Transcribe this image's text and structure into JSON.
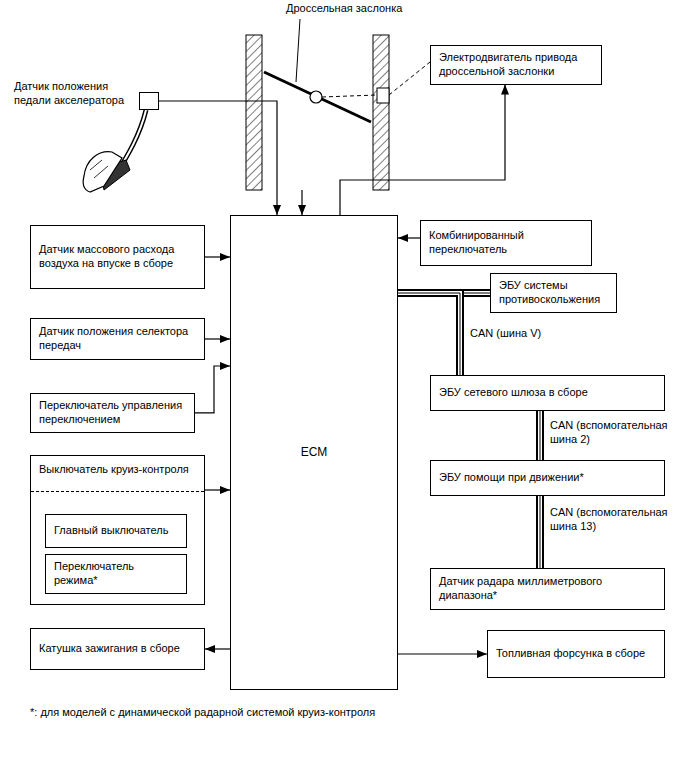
{
  "diagram": {
    "nodes": [
      {
        "text": [
          "Датчик положения педали акселератора"
        ]
      },
      {
        "text": [
          "Дроссельная заслонка"
        ]
      },
      {
        "text": [
          "Электродвигатель привода дроссельной заслонки"
        ]
      },
      {
        "text": [
          "Датчик массового расхода воздуха на впуске в сборе"
        ]
      },
      {
        "text": [
          "Датчик положения селектора передач"
        ]
      },
      {
        "text": [
          "Переключатель управления переключением"
        ]
      },
      {
        "text": [
          "Выключатель круиз-контроля"
        ]
      },
      {
        "text": [
          "Главный выключатель"
        ],
        "in": 6
      },
      {
        "text": [
          "Переключатель режима*"
        ],
        "in": 6
      },
      {
        "text": [
          "Катушка зажигания в сборе"
        ]
      },
      {
        "text": [
          "ECM"
        ]
      },
      {
        "text": [
          "Комбинированный переключатель"
        ]
      },
      {
        "text": [
          "ЭБУ системы противоскольжения"
        ]
      },
      {
        "text": [
          "ЭБУ сетевого шлюза в сборе"
        ]
      },
      {
        "text": [
          "ЭБУ помощи при движении*"
        ]
      },
      {
        "text": [
          "Датчик радара миллиметрового диапазона*"
        ]
      },
      {
        "text": [
          "Топливная форсунка в сборе"
        ]
      }
    ],
    "edges": [
      {
        "from": 0,
        "to": 10,
        "arrow": "to"
      },
      {
        "from": 1,
        "to": 10,
        "arrow": "to"
      },
      {
        "from": 10,
        "to": 2,
        "arrow": "to"
      },
      {
        "from": 3,
        "to": 10,
        "arrow": "to"
      },
      {
        "from": 4,
        "to": 10,
        "arrow": "to"
      },
      {
        "from": 5,
        "to": 10,
        "arrow": "to"
      },
      {
        "from": 6,
        "to": 10,
        "arrow": "to"
      },
      {
        "from": 11,
        "to": 10,
        "arrow": "to"
      },
      {
        "from": 10,
        "to": 12,
        "arrow": "none"
      },
      {
        "from": 10,
        "to": 13,
        "label": "CAN (шина V)",
        "arrow": "none"
      },
      {
        "from": 13,
        "to": 14,
        "label": "CAN (вспомогательная шина 2)",
        "arrow": "none"
      },
      {
        "from": 14,
        "to": 15,
        "label": "CAN (вспомогательная шина 13)",
        "arrow": "none"
      },
      {
        "from": 10,
        "to": 9,
        "arrow": "to"
      },
      {
        "from": 10,
        "to": 16,
        "arrow": "to"
      }
    ],
    "labels": [
      "*: для моделей с динамической радарной системой круиз-контроля"
    ]
  }
}
